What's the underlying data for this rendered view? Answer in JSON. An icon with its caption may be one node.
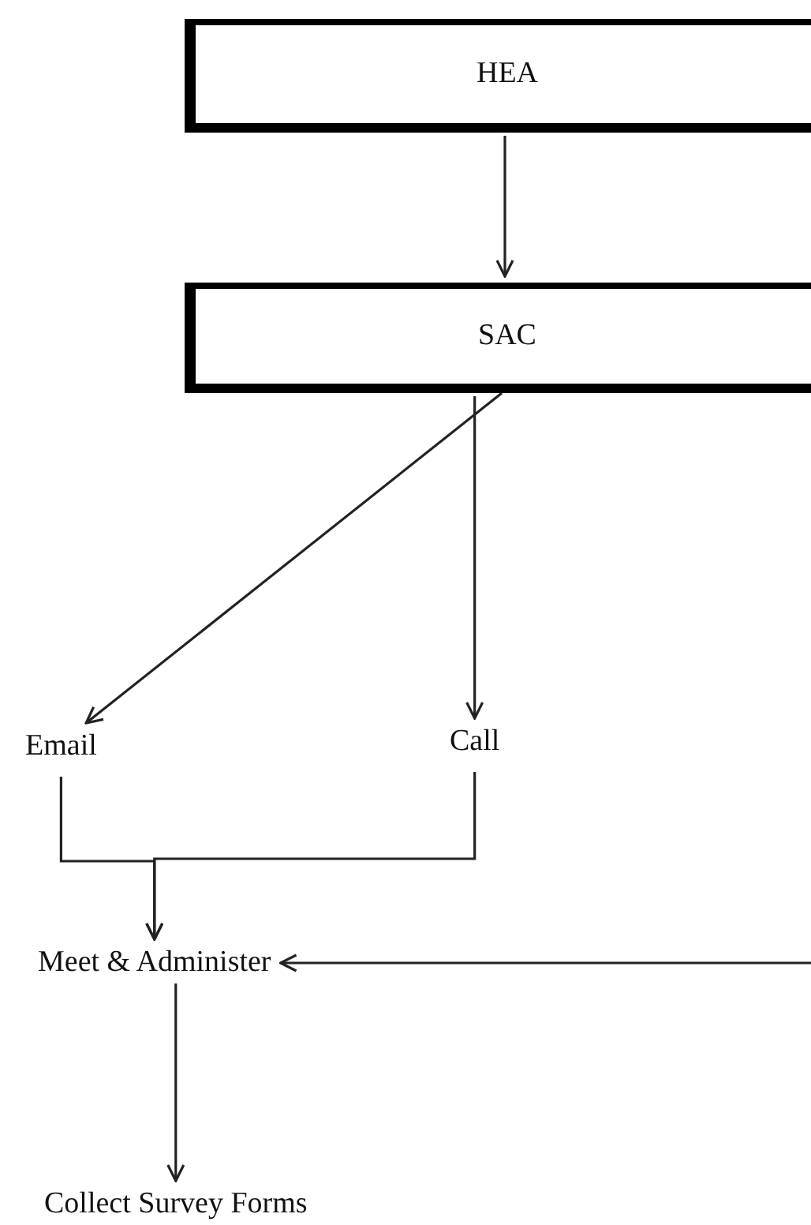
{
  "diagram": {
    "nodes": [
      {
        "text": [
          "HEA"
        ]
      },
      {
        "text": [
          "SAC"
        ]
      },
      {
        "text": [
          "Email"
        ]
      },
      {
        "text": [
          "Call"
        ]
      },
      {
        "text": [
          "Meet & Administer"
        ]
      },
      {
        "text": [
          "Collect Survey Forms"
        ]
      }
    ],
    "edges": [
      {
        "from": 0,
        "to": 1,
        "arrow": "to"
      },
      {
        "from": 1,
        "to": 2,
        "arrow": "to"
      },
      {
        "from": 1,
        "to": 3,
        "arrow": "to"
      },
      {
        "from": 2,
        "to": 4,
        "arrow": "to"
      },
      {
        "from": 3,
        "to": 4,
        "arrow": "to"
      },
      {
        "from": null,
        "to": 4,
        "arrow": "to"
      },
      {
        "from": 4,
        "to": 5,
        "arrow": "to"
      }
    ]
  }
}
